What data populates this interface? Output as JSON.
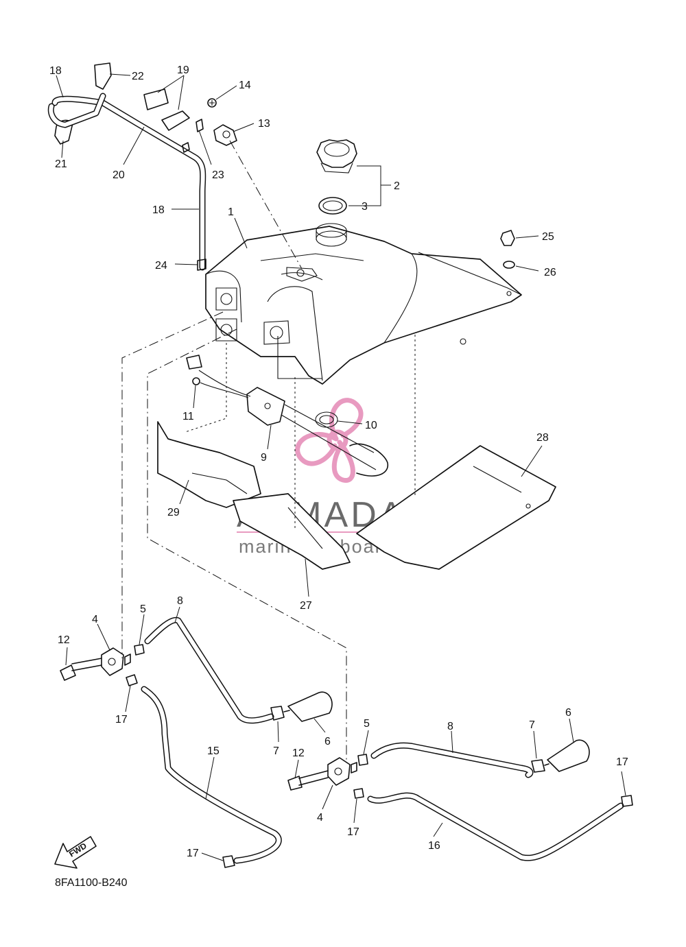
{
  "diagram": {
    "code": "8FA1100-B240",
    "fwd_label": "FWD",
    "watermark": {
      "brand": "ARMADA",
      "tagline": "marine outboards",
      "logo_color": "#e89ac0"
    },
    "callouts": [
      {
        "id": "c18a",
        "label": "18"
      },
      {
        "id": "c22",
        "label": "22"
      },
      {
        "id": "c19",
        "label": "19"
      },
      {
        "id": "c14",
        "label": "14"
      },
      {
        "id": "c13",
        "label": "13"
      },
      {
        "id": "c21",
        "label": "21"
      },
      {
        "id": "c20",
        "label": "20"
      },
      {
        "id": "c23",
        "label": "23"
      },
      {
        "id": "c2",
        "label": "2"
      },
      {
        "id": "c3",
        "label": "3"
      },
      {
        "id": "c18b",
        "label": "18"
      },
      {
        "id": "c1",
        "label": "1"
      },
      {
        "id": "c25",
        "label": "25"
      },
      {
        "id": "c24",
        "label": "24"
      },
      {
        "id": "c26",
        "label": "26"
      },
      {
        "id": "c11",
        "label": "11"
      },
      {
        "id": "c10",
        "label": "10"
      },
      {
        "id": "c9",
        "label": "9"
      },
      {
        "id": "c28",
        "label": "28"
      },
      {
        "id": "c29",
        "label": "29"
      },
      {
        "id": "c27",
        "label": "27"
      },
      {
        "id": "c8a",
        "label": "8"
      },
      {
        "id": "c5a",
        "label": "5"
      },
      {
        "id": "c4a",
        "label": "4"
      },
      {
        "id": "c12a",
        "label": "12"
      },
      {
        "id": "c17a",
        "label": "17"
      },
      {
        "id": "c7a",
        "label": "7"
      },
      {
        "id": "c6a",
        "label": "6"
      },
      {
        "id": "c15",
        "label": "15"
      },
      {
        "id": "c5b",
        "label": "5"
      },
      {
        "id": "c8b",
        "label": "8"
      },
      {
        "id": "c7b",
        "label": "7"
      },
      {
        "id": "c6b",
        "label": "6"
      },
      {
        "id": "c12b",
        "label": "12"
      },
      {
        "id": "c4b",
        "label": "4"
      },
      {
        "id": "c17b",
        "label": "17"
      },
      {
        "id": "c17c",
        "label": "17"
      },
      {
        "id": "c16",
        "label": "16"
      },
      {
        "id": "c17d",
        "label": "17"
      }
    ]
  }
}
